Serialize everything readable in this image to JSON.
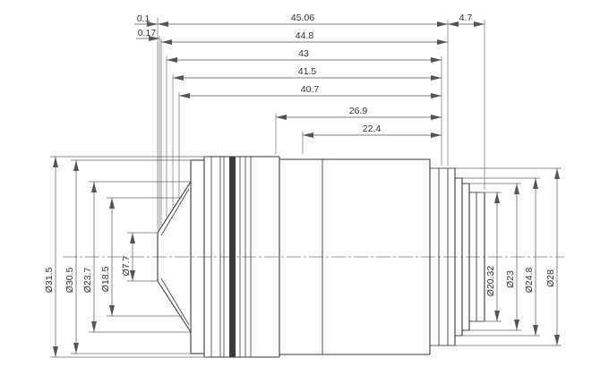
{
  "dims": {
    "top": [
      "0.1",
      "0.17",
      "45.06",
      "4.7",
      "44.8",
      "43",
      "41.5",
      "40.7",
      "26.9",
      "22.4"
    ],
    "left": [
      "Ø31.5",
      "Ø30.5",
      "Ø23.7",
      "Ø18.5",
      "Ø7.7"
    ],
    "right": [
      "Ø20.32",
      "Ø23",
      "Ø24.8",
      "Ø28"
    ]
  },
  "colors": {
    "line": "#3a3a3a",
    "dim": "#555555",
    "text": "#333333"
  }
}
